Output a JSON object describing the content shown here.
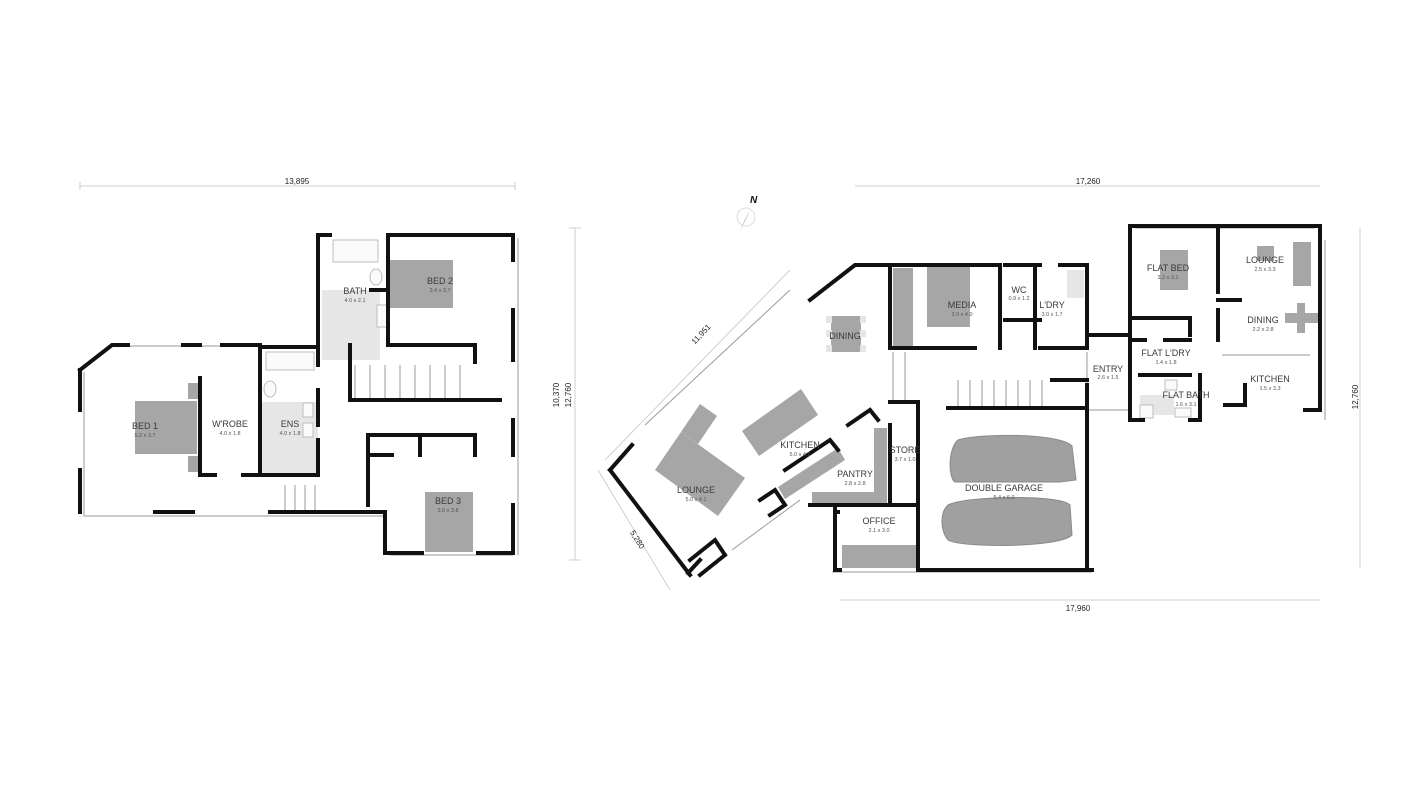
{
  "dimensions": {
    "upper_width": "13,895",
    "upper_height_a": "10,370",
    "upper_height_b": "12,760",
    "lower_width_top": "17,260",
    "lower_width_bottom": "17,960",
    "lower_height": "12,760",
    "diagonal_long": "11,951",
    "diagonal_short": "5,280"
  },
  "north_label": "N",
  "rooms": {
    "bed1": {
      "name": "BED 1",
      "size": "5.2 x 3.7"
    },
    "wrobe": {
      "name": "W'ROBE",
      "size": "4.0 x 1.8"
    },
    "ens": {
      "name": "ENS",
      "size": "4.0 x 1.8"
    },
    "bath": {
      "name": "BATH",
      "size": "4.0 x 2.1"
    },
    "bed2": {
      "name": "BED 2",
      "size": "3.4 x 3.7"
    },
    "bed3": {
      "name": "BED 3",
      "size": "3.0 x 3.8"
    },
    "dining": {
      "name": "DINING",
      "size": ""
    },
    "media": {
      "name": "MEDIA",
      "size": "3.0 x 4.0"
    },
    "wc": {
      "name": "WC",
      "size": "0.9 x 1.2"
    },
    "ldry": {
      "name": "L'DRY",
      "size": "3.0 x 1.7"
    },
    "entry": {
      "name": "ENTRY",
      "size": "2.6 x 1.5"
    },
    "kitchen": {
      "name": "KITCHEN",
      "size": "5.0 x 4.1"
    },
    "lounge": {
      "name": "LOUNGE",
      "size": "5.0 x 4.1"
    },
    "pantry": {
      "name": "PANTRY",
      "size": "2.8 x 2.8"
    },
    "store": {
      "name": "STORE",
      "size": "3.7 x 1.0"
    },
    "garage": {
      "name": "DOUBLE GARAGE",
      "size": "5.4 x 6.0"
    },
    "office": {
      "name": "OFFICE",
      "size": "2.1 x 3.0"
    },
    "flat_bed": {
      "name": "FLAT BED",
      "size": "3.2 x 3.1"
    },
    "flat_lounge": {
      "name": "LOUNGE",
      "size": "2.5 x 3.3"
    },
    "flat_dining": {
      "name": "DINING",
      "size": "2.2 x 2.8"
    },
    "flat_ldry": {
      "name": "FLAT L'DRY",
      "size": "1.4 x 1.8"
    },
    "flat_bath": {
      "name": "FLAT BATH",
      "size": "1.6 x 3.1"
    },
    "flat_kitchen": {
      "name": "KITCHEN",
      "size": "1.5 x 3.3"
    }
  }
}
